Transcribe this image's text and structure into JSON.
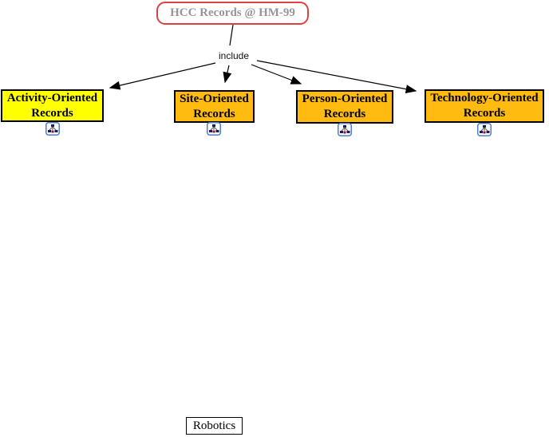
{
  "diagram": {
    "root": {
      "label": "HCC Records @ HM-99"
    },
    "link_label": "include",
    "concepts": [
      {
        "label": "Activity-Oriented Records",
        "color": "#FFFF00"
      },
      {
        "label": "Site-Oriented Records",
        "color": "#FFBB10"
      },
      {
        "label": "Person-Oriented Records",
        "color": "#FFBB10"
      },
      {
        "label": "Technology-Oriented Records",
        "color": "#FFBB10"
      }
    ],
    "footer_node": {
      "label": "Robotics"
    },
    "icons": {
      "resource_icon": "concept-map-resource-icon"
    },
    "colors": {
      "root_border": "#E04040",
      "root_text": "#969696",
      "concept_border": "#000000",
      "highlight_yellow": "#FFFF00",
      "orange": "#FFBB10",
      "arrow": "#000000",
      "icon_border": "#4A7FD0"
    }
  }
}
